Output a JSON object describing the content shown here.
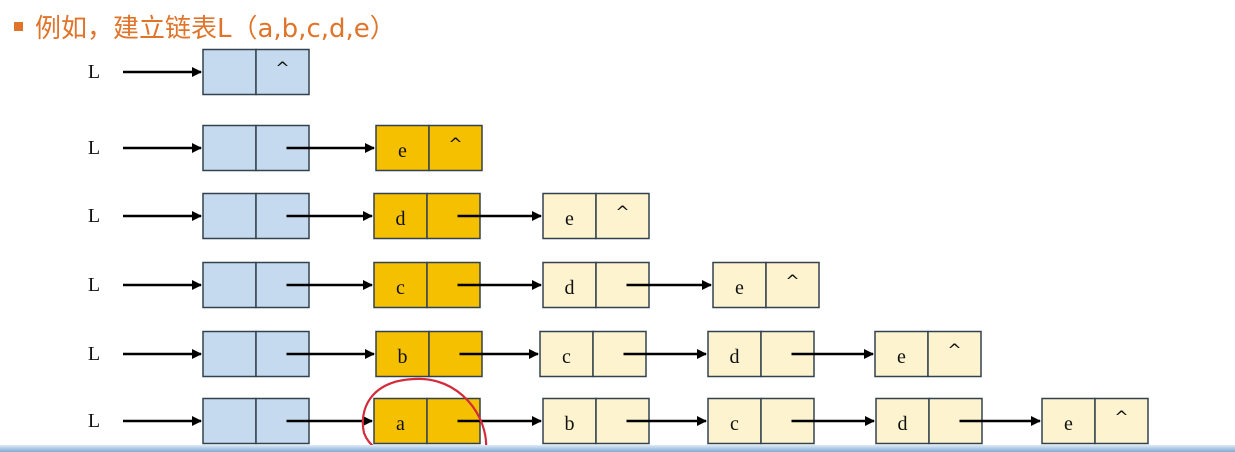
{
  "title": {
    "text": "例如，建立链表L（a,b,c,d,e）"
  },
  "list_label": "L",
  "null_symbol": "^",
  "colors": {
    "head_fill": "#c5daef",
    "new_node_fill": "#f5c000",
    "old_node_fill": "#fdf3cf",
    "stroke": "#33424f",
    "arrow": "#000000",
    "circle": "#d42a3a"
  },
  "rows": [
    {
      "nodes": []
    },
    {
      "nodes": [
        "e"
      ]
    },
    {
      "nodes": [
        "d",
        "e"
      ]
    },
    {
      "nodes": [
        "c",
        "d",
        "e"
      ]
    },
    {
      "nodes": [
        "b",
        "c",
        "d",
        "e"
      ]
    },
    {
      "nodes": [
        "a",
        "b",
        "c",
        "d",
        "e"
      ]
    }
  ],
  "circled": {
    "row": 5,
    "node": 0
  }
}
